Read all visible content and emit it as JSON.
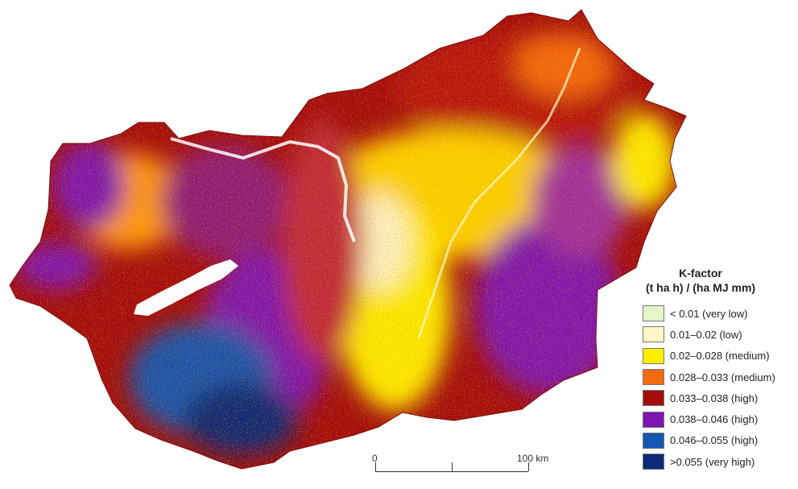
{
  "legend": {
    "title_line1": "K-factor",
    "title_line2": "(t ha h) / (ha MJ mm)",
    "classes": [
      {
        "label": "< 0.01 (very low)",
        "color": "#e3f7c8"
      },
      {
        "label": "0.01–0.02 (low)",
        "color": "#fff8c4"
      },
      {
        "label": "0.02–0.028 (medium)",
        "color": "#ffee00"
      },
      {
        "label": "0.028–0.033 (medium)",
        "color": "#f46a10"
      },
      {
        "label": "0.033–0.038 (high)",
        "color": "#a30d0d"
      },
      {
        "label": "0.038–0.046 (high)",
        "color": "#7f14b0"
      },
      {
        "label": "0.046–0.055 (high)",
        "color": "#1456b0"
      },
      {
        "label": ">0.055 (very high)",
        "color": "#0d2a78"
      }
    ]
  },
  "scalebar": {
    "label_start": "0",
    "label_end": "100 km"
  },
  "map": {
    "lake_color": "#ffffff"
  }
}
